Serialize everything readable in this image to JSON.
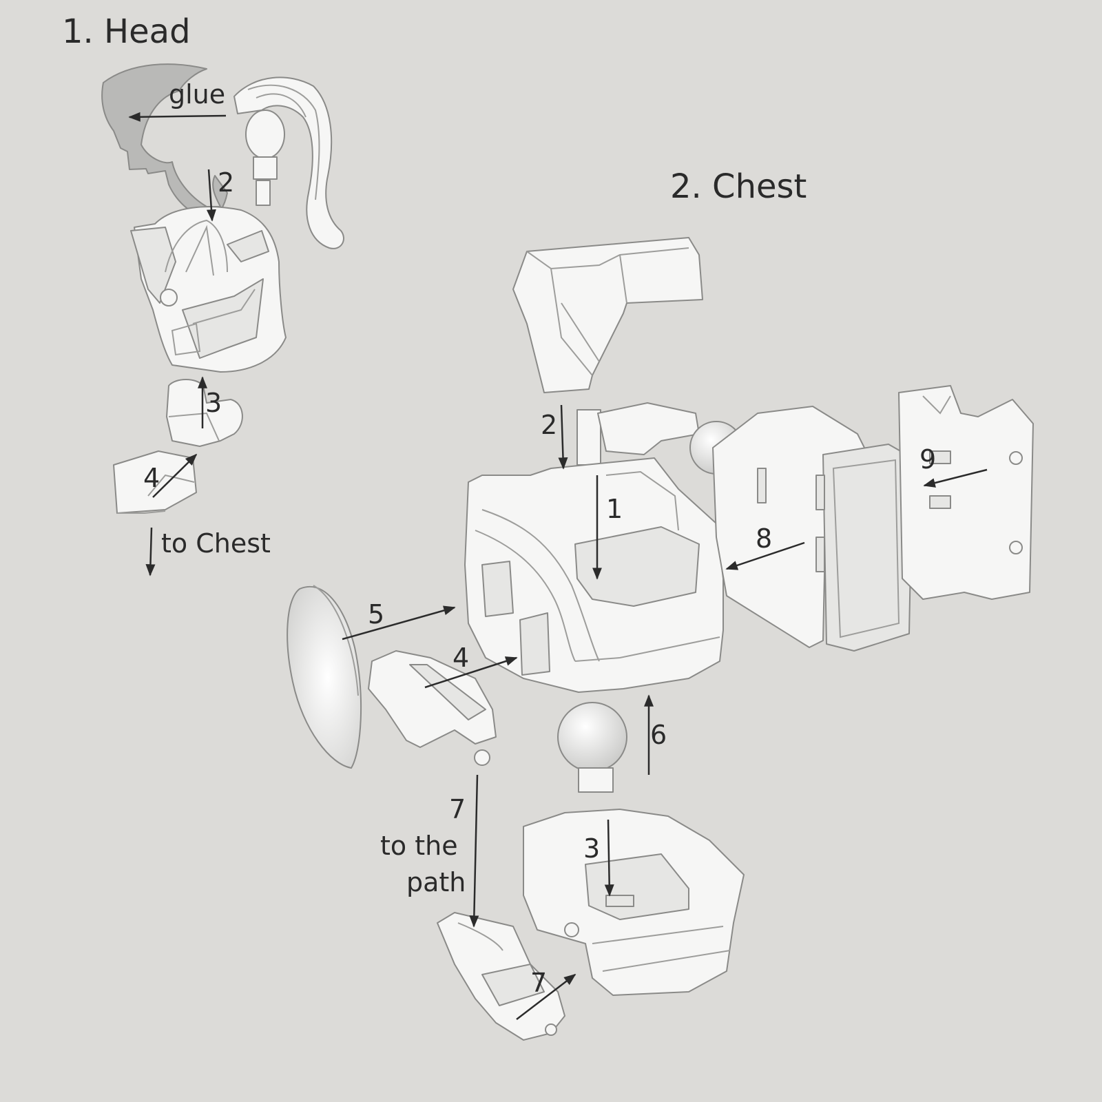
{
  "sections": {
    "head_title": "1. Head",
    "chest_title": "2. Chest"
  },
  "head_labels": {
    "glue": "glue",
    "step2": "2",
    "step3": "3",
    "step4": "4",
    "to_chest": "to Chest"
  },
  "chest_labels": {
    "step1": "1",
    "step2": "2",
    "step3": "3",
    "step4": "4",
    "step5": "5",
    "step6": "6",
    "step7_top": "7",
    "to_the": "to the",
    "path": "path",
    "step7_bottom": "7",
    "step8": "8",
    "step9": "9"
  }
}
